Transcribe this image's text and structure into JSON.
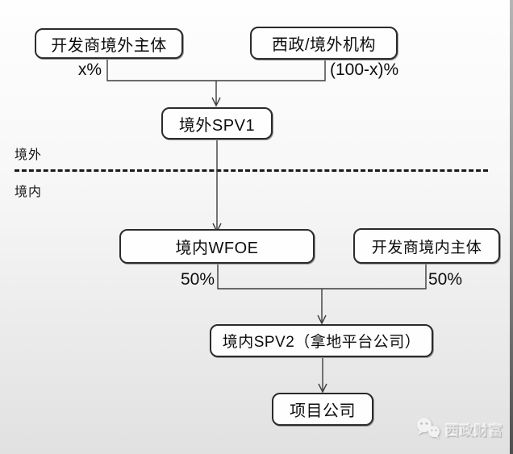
{
  "diagram": {
    "nodes": [
      {
        "id": "dev-offshore",
        "label": "开发商境外主体"
      },
      {
        "id": "xizheng-offshore",
        "label": "西政/境外机构"
      },
      {
        "id": "spv1",
        "label": "境外SPV1"
      },
      {
        "id": "wfoe",
        "label": "境内WFOE"
      },
      {
        "id": "dev-onshore",
        "label": "开发商境内主体"
      },
      {
        "id": "spv2",
        "label": "境内SPV2（拿地平台公司）"
      },
      {
        "id": "project",
        "label": "项目公司"
      }
    ],
    "edge_labels": {
      "dev_offshore_pct": "x%",
      "xizheng_pct": "(100-x)%",
      "wfoe_pct": "50%",
      "dev_onshore_pct": "50%"
    },
    "regions": {
      "offshore": "境外",
      "onshore": "境内"
    }
  },
  "watermark": {
    "text": "西政财富",
    "icon": "wechat-chat-bubbles-icon"
  },
  "colors": {
    "box_border": "#2b2b2b",
    "connector_line": "#3d3d3d",
    "divider": "#1a1a1a",
    "background_top": "#fefefe",
    "background_bottom": "#e1e1e1",
    "watermark_text": "#e3e3e3"
  }
}
